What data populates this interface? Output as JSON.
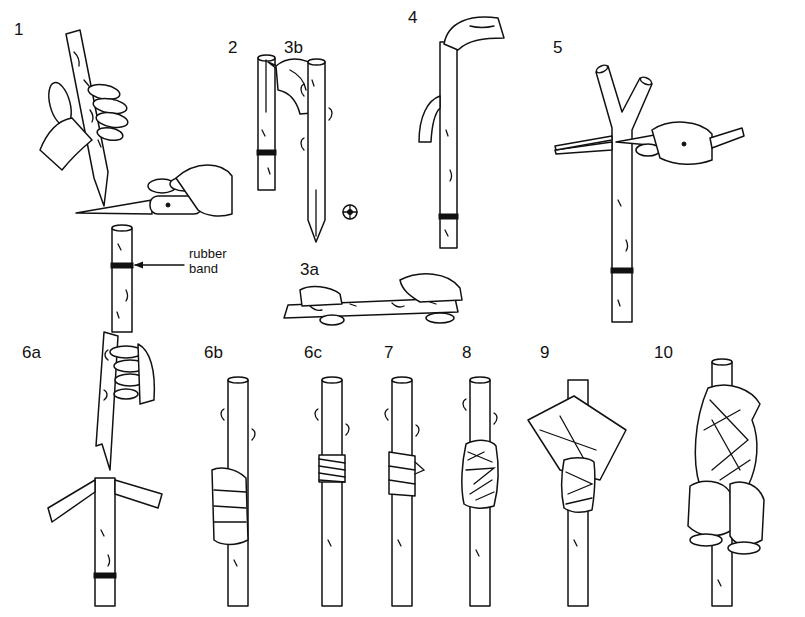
{
  "diagram": {
    "labels": [
      "1",
      "2",
      "3b",
      "4",
      "5",
      "3a",
      "6a",
      "6b",
      "6c",
      "7",
      "8",
      "9",
      "10",
      "rubber band"
    ]
  }
}
